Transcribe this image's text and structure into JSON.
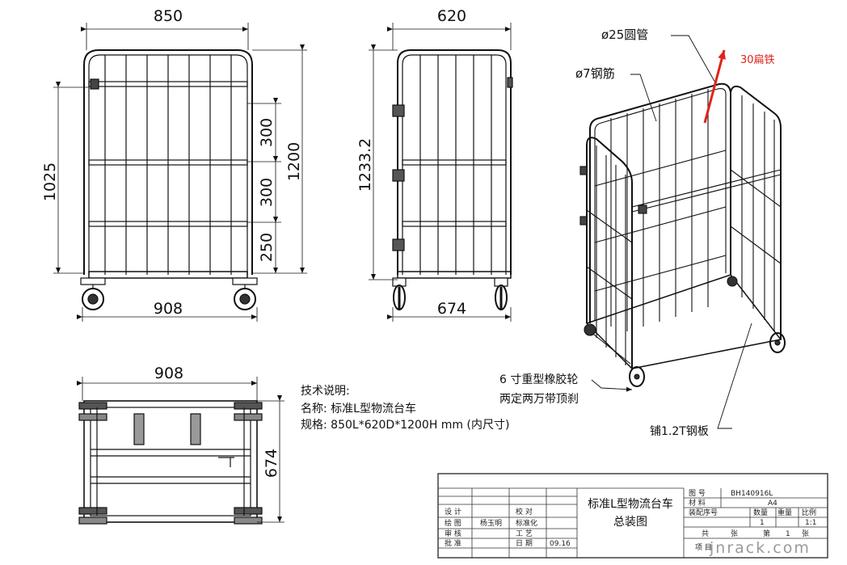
{
  "front_view": {
    "width_top": "850",
    "width_bottom": "908",
    "height_total": "1200",
    "height_side": "1025",
    "spacing_1": "300",
    "spacing_2": "300",
    "spacing_3": "250"
  },
  "side_view": {
    "depth_top": "620",
    "depth_bottom": "674",
    "height": "1233.2"
  },
  "top_view": {
    "width": "908",
    "depth": "674"
  },
  "iso_labels": {
    "tube": "ø25圆管",
    "rib": "ø7钢筋",
    "flat_iron": "30扁铁",
    "wheel_line1": "6 寸重型橡胶轮",
    "wheel_line2": "两定两万带顶刹",
    "plate": "铺1.2T钢板"
  },
  "tech_notes": {
    "heading": "技术说明:",
    "name": "名称: 标准L型物流台车",
    "spec": "规格: 850L*620D*1200H mm (内尺寸)"
  },
  "title_block": {
    "title_line1": "标准L型物流台车",
    "title_line2": "总装图",
    "drawing_no_label": "图  号",
    "drawing_no": "BH140916L",
    "material_label": "材  料",
    "material": "A4",
    "assembly_no_label": "装配序号",
    "qty_label": "数量",
    "weight_label": "重量",
    "scale_label": "比例",
    "qty": "1",
    "scale": "1:1",
    "total_label": "共",
    "sheet_unit": "张",
    "sheet_label": "第",
    "sheet_no": "1",
    "project_label": "项  目",
    "design": "设  计",
    "drawing": "绘  图",
    "drawer_name": "杨玉明",
    "review": "审  核",
    "approve": "批  准",
    "check": "校  对",
    "standard": "标准化",
    "process": "工  艺",
    "date": "日  期",
    "date_value": "09.16"
  },
  "watermark": "jnrack.com"
}
